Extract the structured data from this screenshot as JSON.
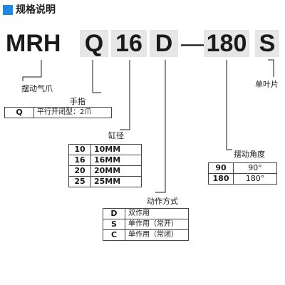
{
  "header": {
    "title": "规格说明",
    "accent_color": "#1e88e5"
  },
  "model_code": {
    "series": "MRH",
    "type": "Q",
    "bore": "16",
    "action": "D",
    "dash": "—",
    "angle": "180",
    "blade": "S"
  },
  "labels": {
    "swing_gripper": "摆动气爪",
    "finger": "手指",
    "bore": "缸径",
    "action": "动作方式",
    "angle": "摆动角度",
    "blade": "单叶片"
  },
  "finger_table": [
    {
      "code": "Q",
      "desc": "平行开闭型：2爪"
    }
  ],
  "bore_table": [
    {
      "code": "10",
      "desc": "10MM"
    },
    {
      "code": "16",
      "desc": "16MM"
    },
    {
      "code": "20",
      "desc": "20MM"
    },
    {
      "code": "25",
      "desc": "25MM"
    }
  ],
  "angle_table": [
    {
      "code": "90",
      "desc": "90°"
    },
    {
      "code": "180",
      "desc": "180°"
    }
  ],
  "action_table": [
    {
      "code": "D",
      "desc": "双作用"
    },
    {
      "code": "S",
      "desc": "单作用（常开）"
    },
    {
      "code": "C",
      "desc": "单作用（常闭）"
    }
  ]
}
